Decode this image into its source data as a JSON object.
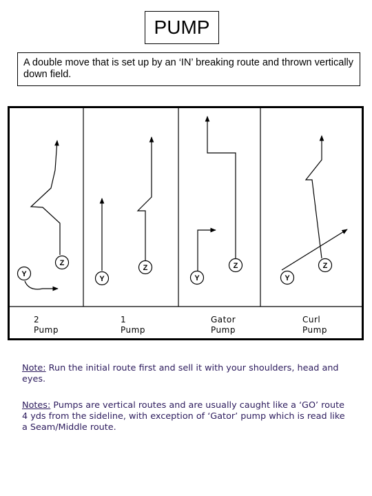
{
  "title": "PUMP",
  "description": "A double move that is set up by an ‘IN’ breaking route and thrown vertically down field.",
  "diagram": {
    "routes": [
      {
        "label_line1": "2",
        "label_line2": "Pump"
      },
      {
        "label_line1": "1",
        "label_line2": "Pump"
      },
      {
        "label_line1": "Gator",
        "label_line2": "Pump"
      },
      {
        "label_line1": "Curl",
        "label_line2": "Pump"
      }
    ],
    "player_y": "Y",
    "player_z": "Z"
  },
  "notes": [
    {
      "heading": "Note:",
      "text": " Run the initial route first and sell it with your shoulders, head and eyes."
    },
    {
      "heading": "Notes:",
      "text": " Pumps are vertical routes and are usually caught like a ‘GO’ route 4 yds from the sideline, with exception of ‘Gator’ pump which is read like a Seam/Middle route."
    }
  ],
  "colors": {
    "notes_text": "#2b1a5c"
  }
}
